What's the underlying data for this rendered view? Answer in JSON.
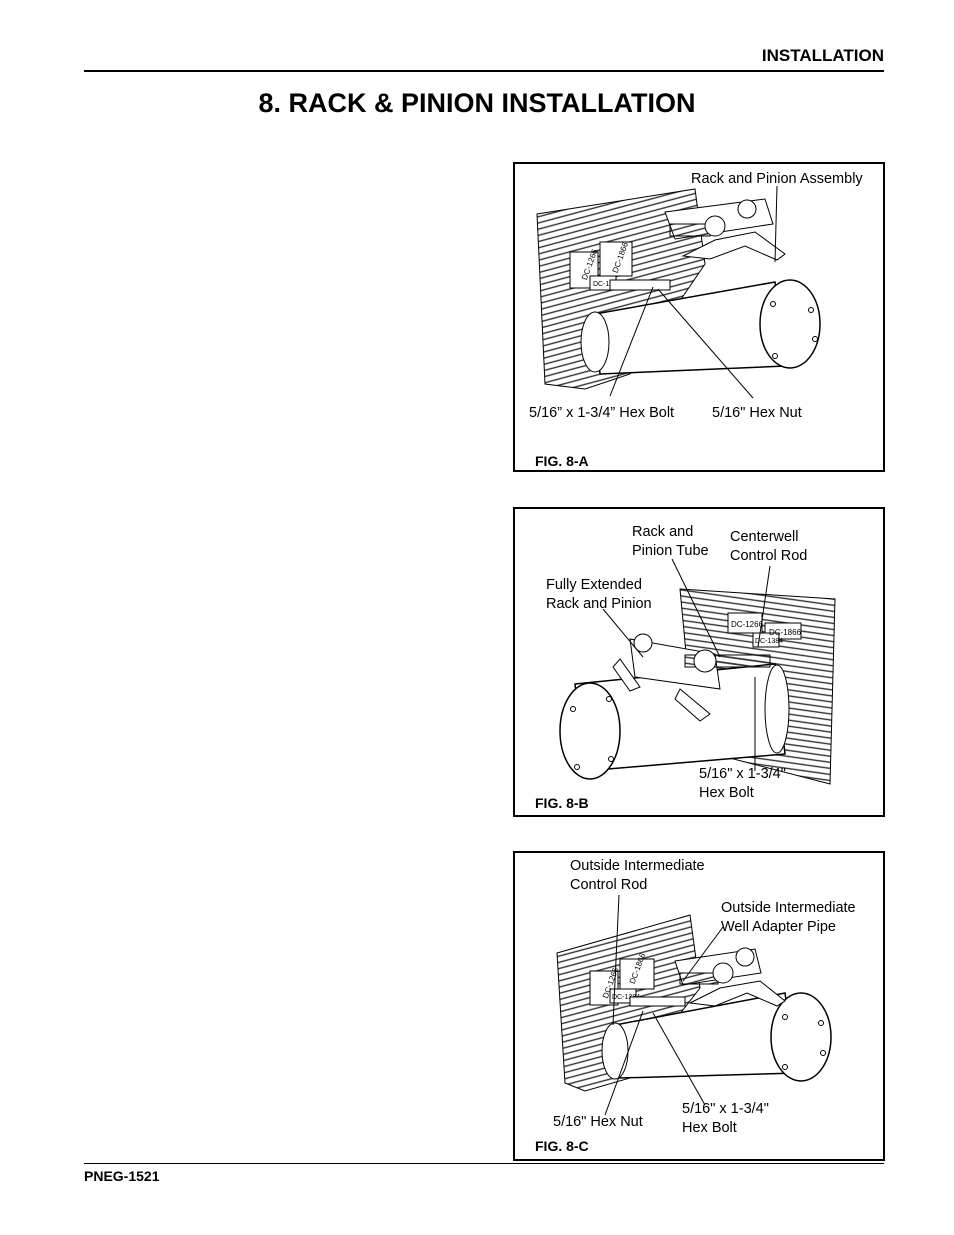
{
  "header": {
    "section": "INSTALLATION"
  },
  "page_title": "8. RACK & PINION INSTALLATION",
  "figures": [
    {
      "label": "FIG. 8-A",
      "callouts": {
        "assembly": "Rack and Pinion Assembly",
        "bolt": "5/16” x 1-3/4” Hex Bolt",
        "nut": "5/16\" Hex Nut"
      },
      "plates": [
        "DC-1266",
        "DC-1866",
        "DC-1384"
      ]
    },
    {
      "label": "FIG. 8-B",
      "callouts": {
        "tube": "Rack and\nPinion Tube",
        "rod": "Centerwell\nControl Rod",
        "extended": "Fully Extended\nRack and Pinion",
        "bolt": "5/16\" x 1-3/4\"\nHex Bolt"
      },
      "plates": [
        "DC-1266",
        "DC-1866",
        "DC-1384"
      ]
    },
    {
      "label": "FIG. 8-C",
      "callouts": {
        "rod": "Outside Intermediate\nControl Rod",
        "pipe": "Outside Intermediate\nWell Adapter Pipe",
        "nut": "5/16\" Hex Nut",
        "bolt": "5/16\" x 1-3/4\"\nHex Bolt"
      },
      "plates": [
        "DC-1266",
        "DC-1866",
        "DC-1384"
      ]
    }
  ],
  "footer": {
    "doc_id": "PNEG-1521"
  }
}
